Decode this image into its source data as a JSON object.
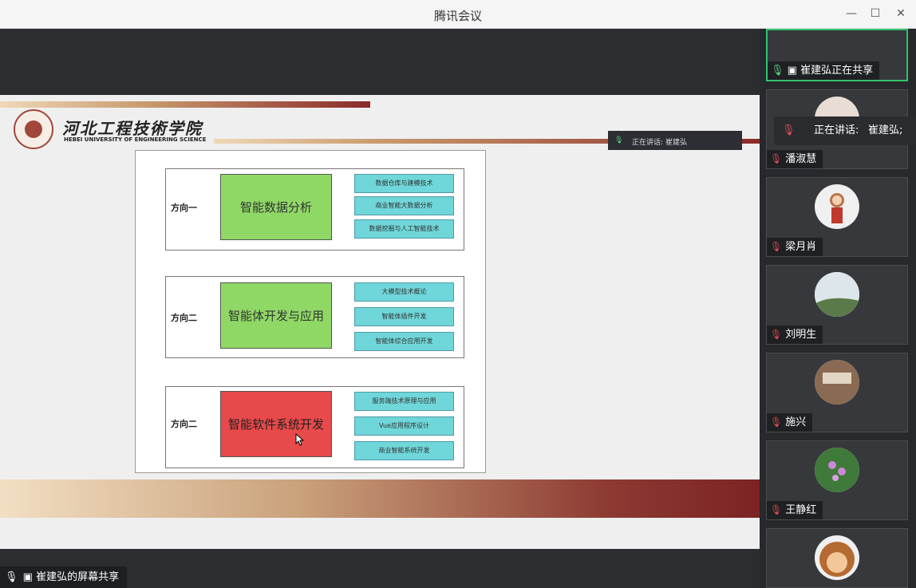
{
  "window": {
    "title": "腾讯会议",
    "minimize": "—",
    "maximize": "☐",
    "close": "✕"
  },
  "slide": {
    "school_cn": "河北工程技術学院",
    "school_en": "HEBEI UNIVERSITY OF ENGINEERING SCIENCE",
    "speaking_label": "正在讲话:",
    "speaking_name": "崔建弘",
    "directions": [
      {
        "label": "方向一",
        "main": "智能数据分析",
        "color": "#8fd866",
        "items": [
          "数据仓库与建模技术",
          "商业智能大数据分析",
          "数据挖掘与人工智能技术"
        ]
      },
      {
        "label": "方向二",
        "main": "智能体开发与应用",
        "color": "#8fd866",
        "items": [
          "大模型技术概论",
          "智能体插件开发",
          "智能体综合应用开发"
        ]
      },
      {
        "label": "方向二",
        "main": "智能软件系统开发",
        "color": "#e8494a",
        "items": [
          "服务端技术原理与应用",
          "Vue应用程序设计",
          "商业智能系统开发"
        ]
      }
    ]
  },
  "share_label": "崔建弘的屏幕共享",
  "speaking_tip": {
    "label": "正在讲话:",
    "name": "崔建弘;"
  },
  "participants": [
    {
      "name": "崔建弘正在共享",
      "status": "sharing"
    },
    {
      "name": "潘淑慧",
      "status": "muted"
    },
    {
      "name": "梁月肖",
      "status": "muted"
    },
    {
      "name": "刘明生",
      "status": "muted"
    },
    {
      "name": "施兴",
      "status": "muted"
    },
    {
      "name": "王静红",
      "status": "muted"
    }
  ]
}
